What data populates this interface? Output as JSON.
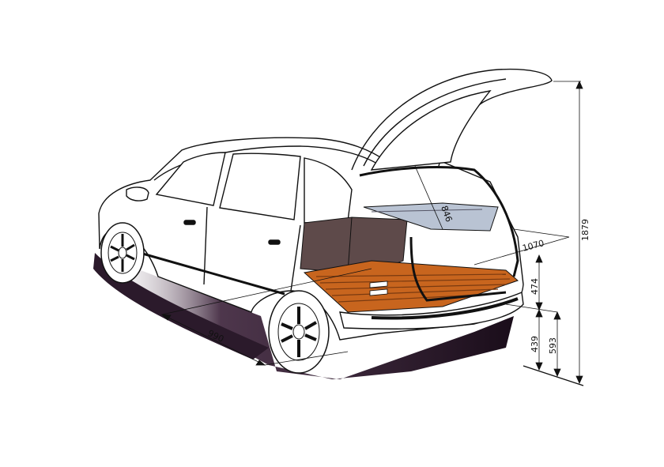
{
  "diagram": {
    "subject": "Estate car luggage compartment dimensions",
    "colors": {
      "line": "#111111",
      "floor": "#c8651e",
      "floor_slat": "#7a3a10",
      "interior_side": "#5e4a4a",
      "parcel_shelf": "#b9c3d3",
      "shadow": "#2a1a2a",
      "background": "#ffffff"
    },
    "dimensions": {
      "overall_height_open_tailgate": "1879",
      "load_width": "1070",
      "shelf_depth": "846",
      "opening_height": "474",
      "sill_height_lower": "439",
      "sill_height_upper": "593",
      "floor_length": "990"
    }
  }
}
